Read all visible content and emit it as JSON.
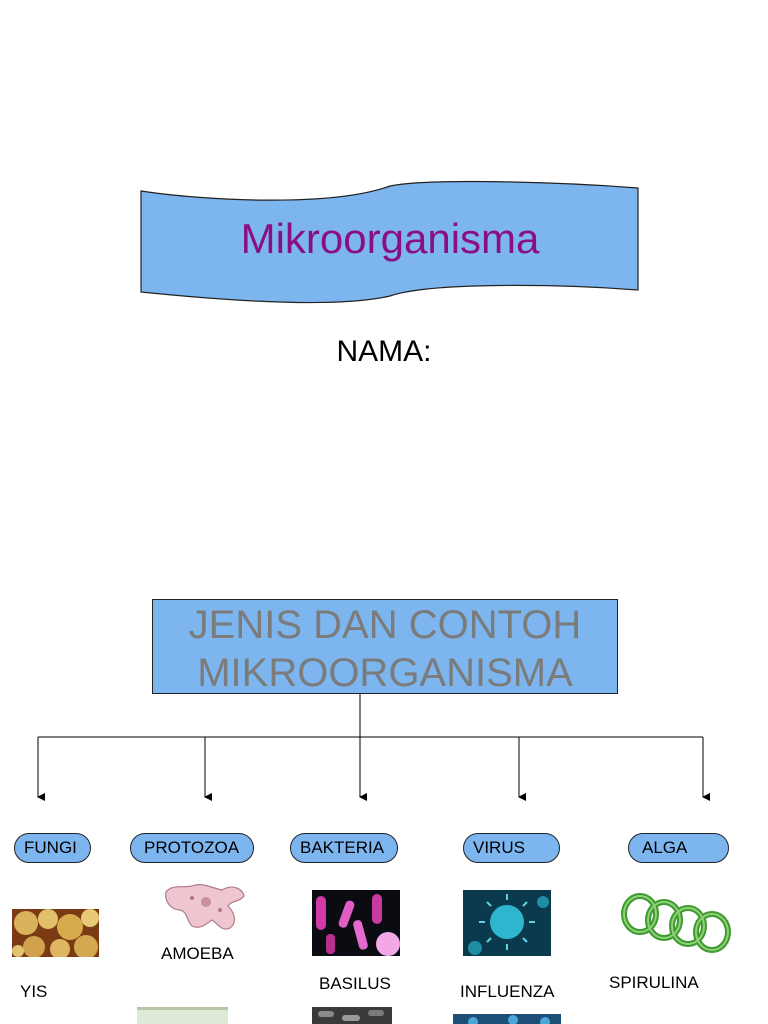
{
  "title": "Mikroorganisma",
  "name_label": "NAMA:",
  "diagram": {
    "heading_line1": "JENIS DAN CONTOH",
    "heading_line2": "MIKROORGANISMA",
    "categories": [
      {
        "label": "FUNGI",
        "example": "YIS"
      },
      {
        "label": "PROTOZOA",
        "example": "AMOEBA"
      },
      {
        "label": "BAKTERIA",
        "example": "BASILUS"
      },
      {
        "label": "VIRUS",
        "example": "INFLUENZA"
      },
      {
        "label": "ALGA",
        "example": "SPIRULINA"
      }
    ]
  },
  "colors": {
    "box_fill": "#7db6ef",
    "title_text": "#8a0f85",
    "heading_text": "#7b7b7b"
  }
}
